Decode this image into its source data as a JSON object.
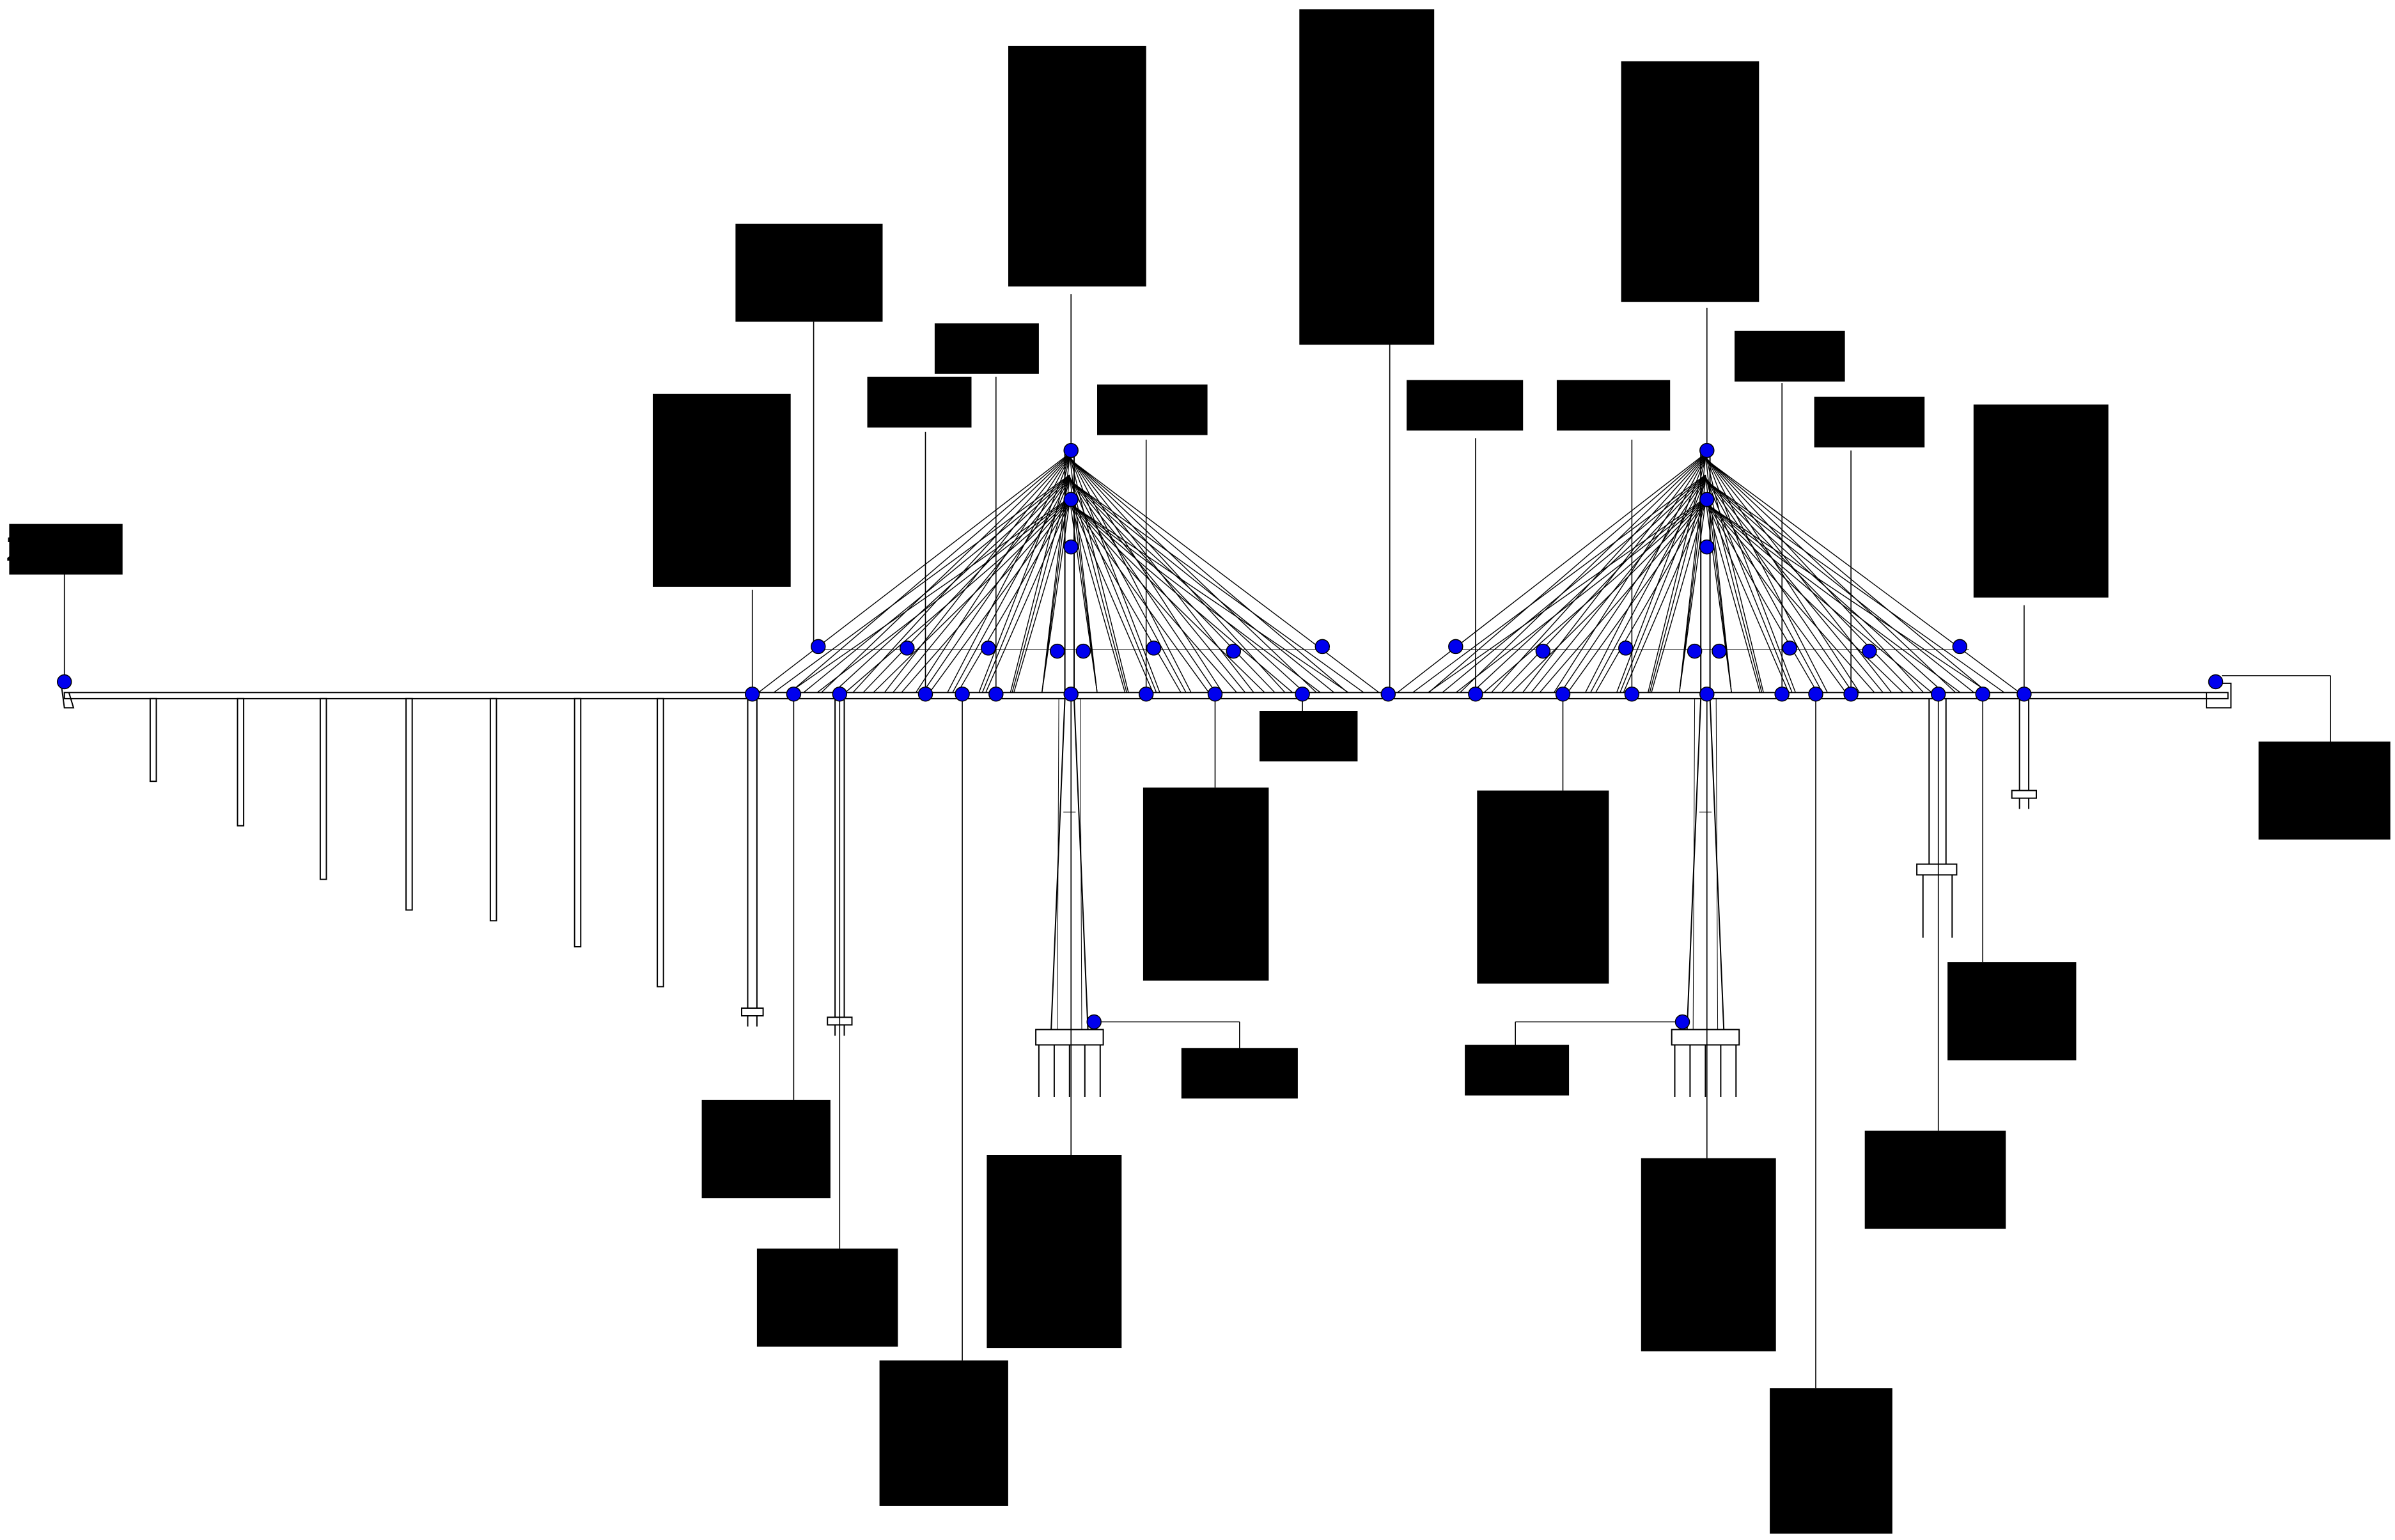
{
  "colors": {
    "node": "#0000ee",
    "line": "#000000",
    "background": "#ffffff"
  },
  "labels": {
    "far_left": [
      "21#(1)"
    ],
    "far_right": [
      "21#(1)",
      "3#(8)"
    ],
    "left_pier_a": [
      "14#(1)",
      "13#(1)",
      "11#(2)",
      "10#(2)"
    ],
    "left_pier_a_bottom": [
      "18#(3)",
      "8#(2)"
    ],
    "left_pier_b_bottom": [
      "8#(2)",
      "10#(2)"
    ],
    "left_tower_top": [
      "9#(1)",
      "21#(1)",
      "12#(2)",
      "5#(1)",
      "2#(2)"
    ],
    "left_cable_top": [
      "17#(32)",
      "20#(32)"
    ],
    "left_span_1": [
      "8#(2)"
    ],
    "left_span_2": [
      "8#(2)"
    ],
    "left_span_3": [
      "8#(2)"
    ],
    "left_deck_bottom_a": [
      "6#(8)",
      "15#(8)",
      "18#(3)"
    ],
    "left_tower_base": [
      "6#(8)",
      "8#(2)",
      "15#(8)",
      "18#(3)"
    ],
    "left_foundation_note": [
      "7#(1)"
    ],
    "left_mid_bottom": [
      "6#(8)",
      "8#(2)",
      "15#(8)",
      "18#(3)"
    ],
    "mid_span_bottom": [
      "8#(2)"
    ],
    "mid_top": [
      "18#(4)",
      "15#(8)",
      "9#(1)",
      "8#(2)",
      "6#(8)",
      "4#(2)",
      "1#(3)"
    ],
    "right_span_1": [
      "8#(2)"
    ],
    "right_span_2": [
      "8#(2)"
    ],
    "right_span_3": [
      "8#(2)"
    ],
    "right_span_4": [
      "8#(2)"
    ],
    "right_tower_top": [
      "9#(1)",
      "21#(1)",
      "12#(2)",
      "5#(1)",
      "2#(2)"
    ],
    "right_mid_bottom": [
      "6#(8)",
      "8#(2)",
      "15#(8)",
      "18#(3)"
    ],
    "right_foundation_note": [
      "7#(1)"
    ],
    "right_tower_base": [
      "6#(8)",
      "8#(2)",
      "15#(8)",
      "18#(3)"
    ],
    "right_deck_bottom_a": [
      "6#(8)",
      "15#(8)",
      "18#(3)"
    ],
    "right_pier_a": [
      "14#(1)",
      "13#(1)",
      "11#(2)",
      "10#(2)"
    ],
    "right_pier_bottom_a": [
      "18#(3)",
      "8#(2)"
    ],
    "right_pier_bottom_b": [
      "8#(2)",
      "10#(2)"
    ]
  }
}
